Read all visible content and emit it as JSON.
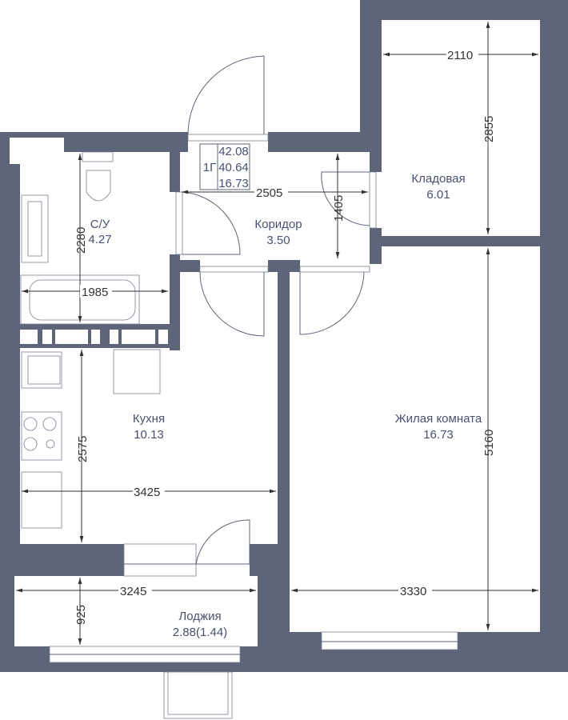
{
  "apartment": {
    "type": "1Г",
    "total_area": "42.08",
    "living_total": "40.64",
    "living_area": "16.73"
  },
  "rooms": {
    "bathroom": {
      "name": "С/У",
      "area": "4.27"
    },
    "corridor": {
      "name": "Коридор",
      "area": "3.50"
    },
    "storage": {
      "name": "Кладовая",
      "area": "6.01"
    },
    "kitchen": {
      "name": "Кухня",
      "area": "10.13"
    },
    "living": {
      "name": "Жилая комната",
      "area": "16.73"
    },
    "loggia": {
      "name": "Лоджия",
      "area": "2.88(1.44)"
    }
  },
  "dimensions": {
    "storage_width": "2110",
    "storage_height": "2855",
    "corridor_width": "2505",
    "corridor_height": "1405",
    "bath_height": "2280",
    "bath_width": "1985",
    "kitchen_height": "2575",
    "kitchen_width": "3425",
    "living_height": "5160",
    "living_width": "3330",
    "loggia_width": "3245",
    "loggia_height": "925"
  },
  "colors": {
    "wall": "#5e6579"
  }
}
